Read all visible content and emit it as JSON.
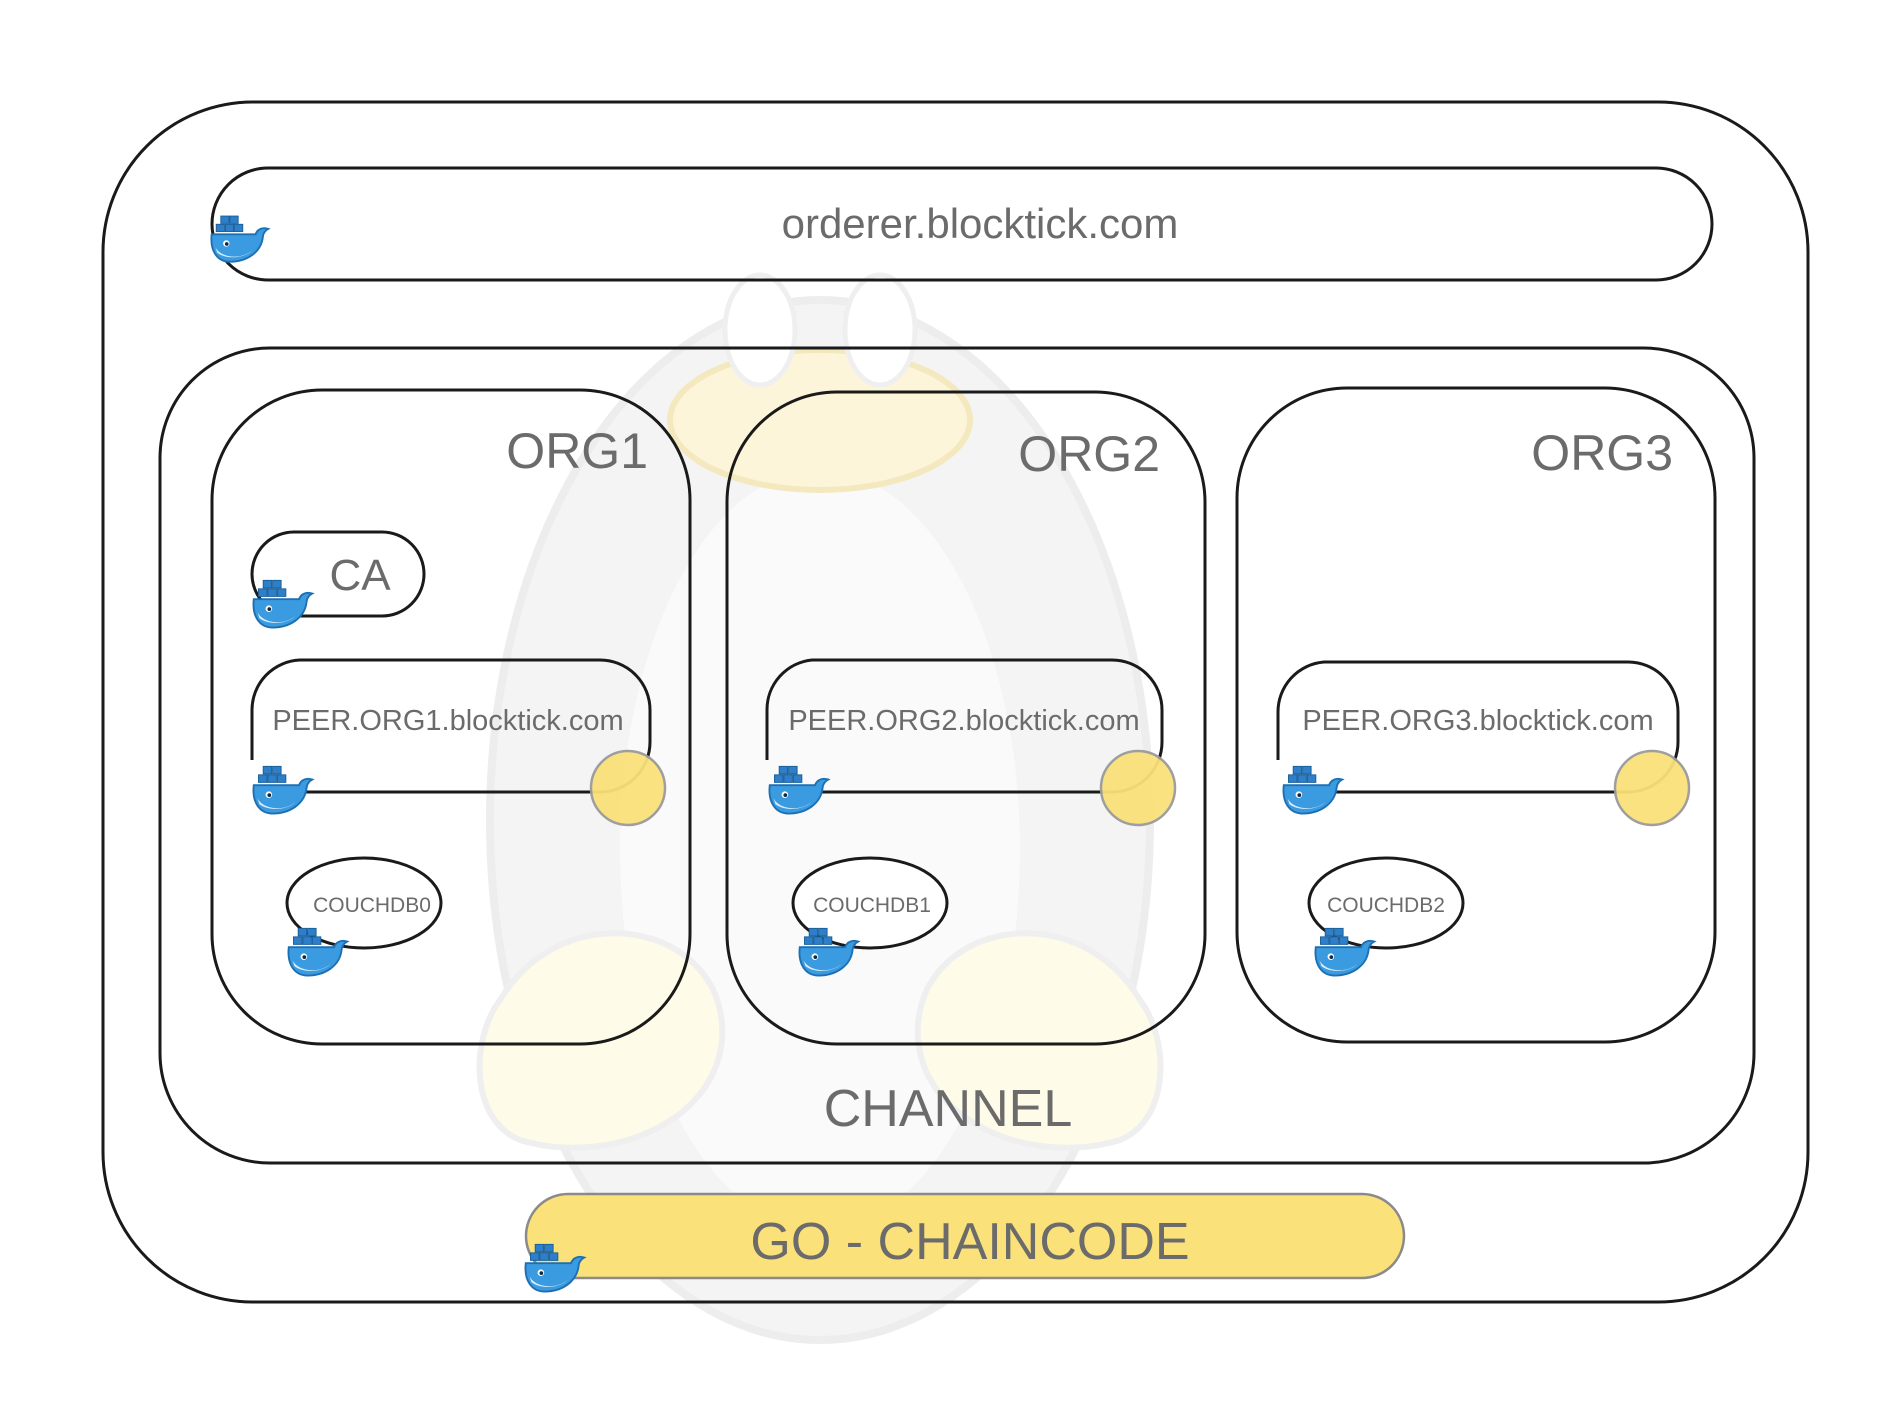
{
  "orderer": {
    "label": "orderer.blocktick.com"
  },
  "channel": {
    "label": "CHANNEL"
  },
  "chaincode": {
    "label": "GO - CHAINCODE"
  },
  "orgs": [
    {
      "name": "ORG1",
      "ca_label": "CA",
      "peer_label": "PEER.ORG1.blocktick.com",
      "couchdb_label": "COUCHDB0"
    },
    {
      "name": "ORG2",
      "peer_label": "PEER.ORG2.blocktick.com",
      "couchdb_label": "COUCHDB1"
    },
    {
      "name": "ORG3",
      "peer_label": "PEER.ORG3.blocktick.com",
      "couchdb_label": "COUCHDB2"
    }
  ],
  "colors": {
    "stroke": "#1a1a1a",
    "text": "#6b6b6b",
    "accent_yellow": "#fbe17a",
    "docker_blue": "#3b8fd6",
    "watermark": "#f2f2f2"
  }
}
